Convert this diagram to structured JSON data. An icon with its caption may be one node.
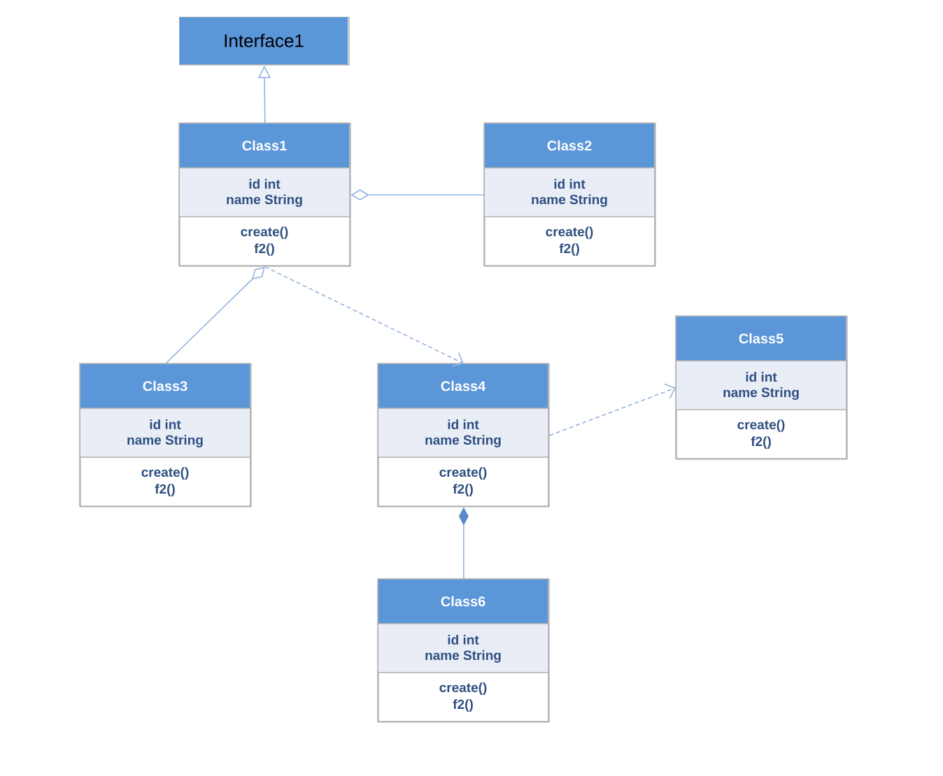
{
  "diagram": {
    "nodes": [
      {
        "text": [
          "Interface1"
        ]
      },
      {
        "text": [
          "Class1",
          "id int",
          "name String",
          "create()",
          "f2()"
        ]
      },
      {
        "text": [
          "Class2",
          "id int",
          "name String",
          "create()",
          "f2()"
        ]
      },
      {
        "text": [
          "Class3",
          "id int",
          "name String",
          "create()",
          "f2()"
        ]
      },
      {
        "text": [
          "Class4",
          "id int",
          "name String",
          "create()",
          "f2()"
        ]
      },
      {
        "text": [
          "Class5",
          "id int",
          "name String",
          "create()",
          "f2()"
        ]
      },
      {
        "text": [
          "Class6",
          "id int",
          "name String",
          "create()",
          "f2()"
        ]
      }
    ],
    "edges": [
      {
        "from": 1,
        "to": 0,
        "arrow": "to"
      },
      {
        "from": 2,
        "to": 1,
        "arrow": "other"
      },
      {
        "from": 3,
        "to": 1,
        "arrow": "other"
      },
      {
        "from": 1,
        "to": 4,
        "arrow": "to",
        "style": "dashed"
      },
      {
        "from": 4,
        "to": 5,
        "arrow": "to",
        "style": "dashed"
      },
      {
        "from": 6,
        "to": 4,
        "arrow": "other"
      }
    ]
  }
}
